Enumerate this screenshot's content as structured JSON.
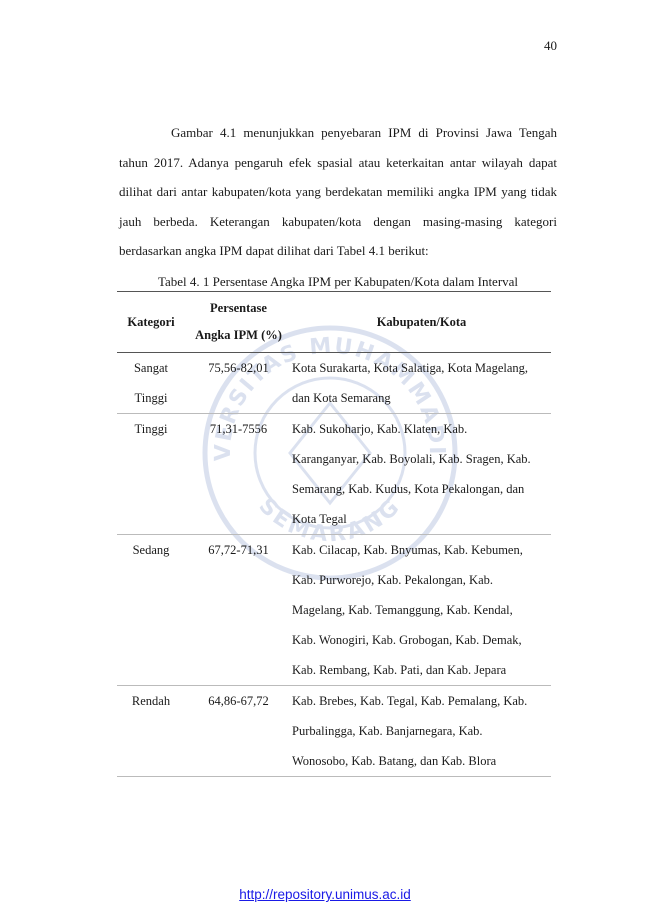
{
  "page_number": "40",
  "paragraph_lines": [
    "Gambar 4.1 menunjukkan penyebaran IPM di Provinsi Jawa Tengah",
    "tahun 2017. Adanya pengaruh efek spasial atau keterkaitan antar wilayah dapat",
    "dilihat  dari antar kabupaten/kota yang berdekatan memiliki angka IPM yang tidak",
    "jauh berbeda. Keterangan kabupaten/kota dengan masing-masing kategori",
    "berdasarkan angka IPM dapat dilihat dari Tabel 4.1 berikut:"
  ],
  "table": {
    "caption": "Tabel 4. 1 Persentase Angka IPM per Kabupaten/Kota dalam Interval",
    "headers": {
      "kategori": "Kategori",
      "persentase_line1": "Persentase",
      "persentase_line2": "Angka IPM (%)",
      "kabupaten": "Kabupaten/Kota"
    },
    "rows": [
      {
        "kategori_lines": [
          "Sangat",
          "Tinggi"
        ],
        "persentase": "75,56-82,01",
        "kabupaten_lines": [
          "Kota Surakarta, Kota Salatiga, Kota Magelang,",
          "dan Kota Semarang"
        ]
      },
      {
        "kategori_lines": [
          "Tinggi"
        ],
        "persentase": "71,31-7556",
        "kabupaten_lines": [
          "Kab. Sukoharjo, Kab. Klaten, Kab.",
          "Karanganyar, Kab. Boyolali, Kab. Sragen, Kab.",
          "Semarang, Kab. Kudus, Kota Pekalongan, dan",
          "Kota Tegal"
        ]
      },
      {
        "kategori_lines": [
          "Sedang"
        ],
        "persentase": "67,72-71,31",
        "kabupaten_lines": [
          "Kab. Cilacap, Kab. Bnyumas, Kab. Kebumen,",
          "Kab. Purworejo, Kab. Pekalongan, Kab.",
          "Magelang, Kab. Temanggung, Kab. Kendal,",
          "Kab. Wonogiri, Kab. Grobogan, Kab. Demak,",
          "Kab. Rembang, Kab. Pati, dan Kab. Jepara"
        ]
      },
      {
        "kategori_lines": [
          "Rendah"
        ],
        "persentase": "64,86-67,72",
        "kabupaten_lines": [
          "Kab. Brebes, Kab. Tegal, Kab. Pemalang, Kab.",
          "Purbalingga, Kab. Banjarnegara, Kab.",
          "Wonosobo, Kab. Batang, dan Kab. Blora"
        ]
      }
    ]
  },
  "watermark": {
    "text_top": "UNIVERSITAS MUHAMMADIYAH",
    "text_bottom": "SEMARANG",
    "color": "#7f97c8"
  },
  "footer_link": "http://repository.unimus.ac.id"
}
